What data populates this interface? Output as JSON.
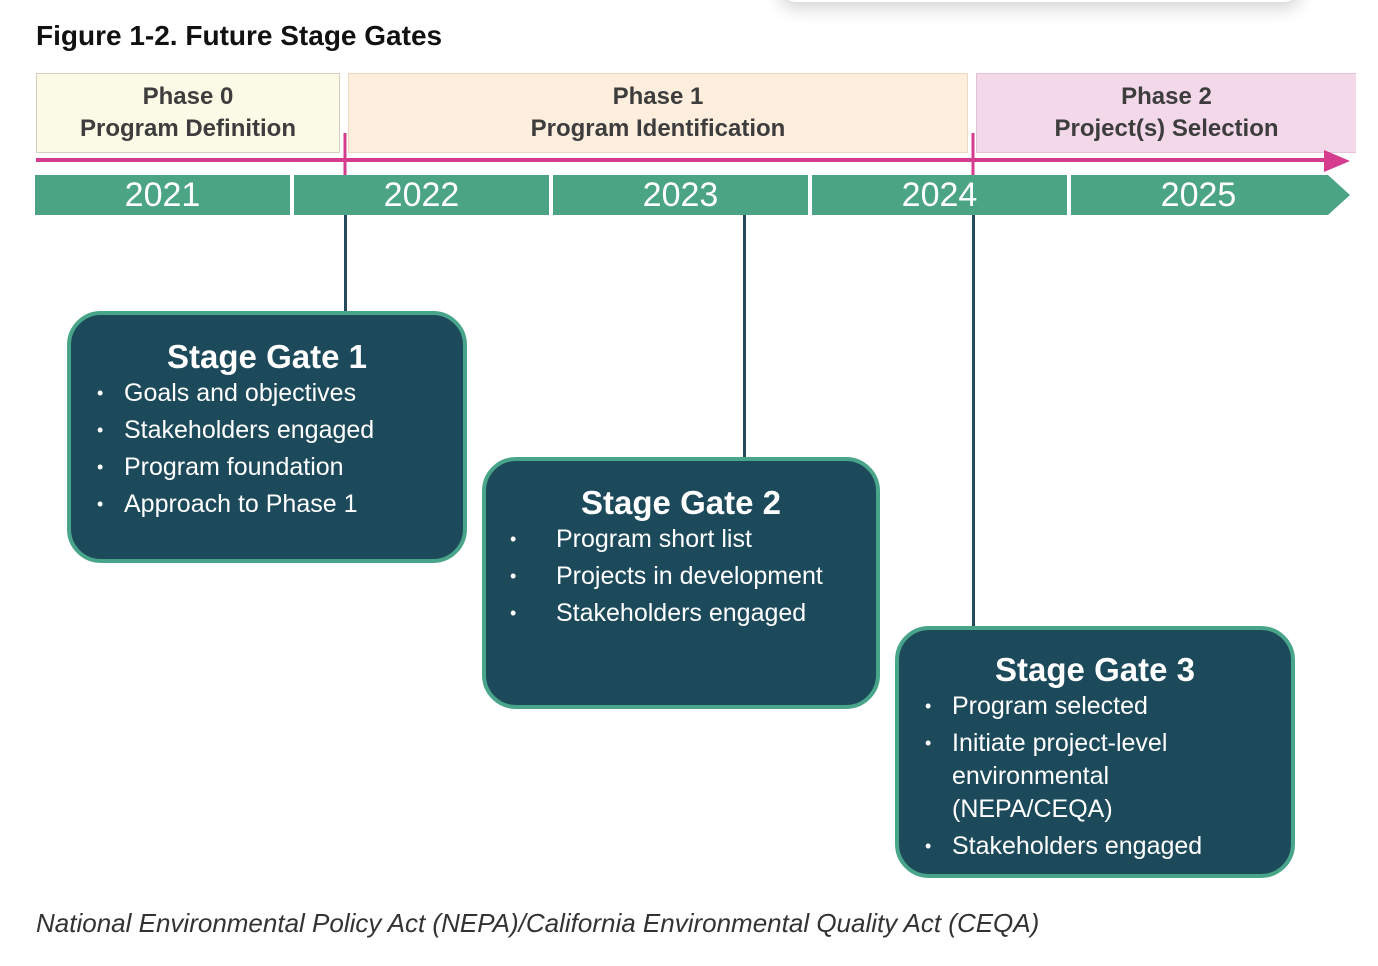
{
  "figure_title": "Figure 1-2. Future Stage Gates",
  "phases": [
    {
      "name": "Phase 0",
      "subtitle": "Program Definition",
      "color": "#fafae6"
    },
    {
      "name": "Phase 1",
      "subtitle": "Program Identification",
      "color": "#fdeedd"
    },
    {
      "name": "Phase 2",
      "subtitle": "Project(s) Selection",
      "color": "#f3d8ea"
    }
  ],
  "years": [
    "2021",
    "2022",
    "2023",
    "2024",
    "2025"
  ],
  "colors": {
    "timeline": "#4ba585",
    "phase_arrow": "#d53c8e",
    "gate_fill": "#1d4a5b",
    "gate_border": "#48a58a",
    "connector": "#244b5c"
  },
  "gates": [
    {
      "title": "Stage Gate 1",
      "items": [
        "Goals and objectives",
        "Stakeholders engaged",
        "Program foundation",
        "Approach to Phase 1"
      ]
    },
    {
      "title": "Stage Gate 2",
      "items": [
        "Program short list",
        "Projects in development",
        "Stakeholders engaged"
      ]
    },
    {
      "title": "Stage Gate 3",
      "items": [
        "Program selected",
        "Initiate project-level environmental (NEPA/CEQA)",
        "Stakeholders engaged"
      ]
    }
  ],
  "footnote": "National Environmental Policy Act (NEPA)/California Environmental Quality Act (CEQA)"
}
